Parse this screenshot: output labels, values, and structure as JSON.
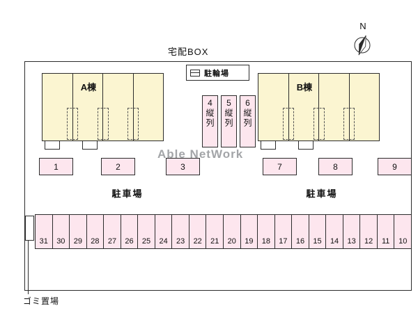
{
  "compass": {
    "label": "N"
  },
  "top_labels": {
    "delivery_box": "宅配BOX",
    "bicycle_parking": "駐輪場"
  },
  "buildings": {
    "a": {
      "name": "A棟"
    },
    "b": {
      "name": "B棟"
    }
  },
  "tandem": [
    {
      "number": "4",
      "label": "縦列"
    },
    {
      "number": "5",
      "label": "縦列"
    },
    {
      "number": "6",
      "label": "縦列"
    }
  ],
  "parking": {
    "left_spaces": [
      "1",
      "2",
      "3"
    ],
    "right_spaces": [
      "7",
      "8",
      "9"
    ],
    "left_lot_label": "駐車場",
    "right_lot_label": "駐車場",
    "bottom_row": [
      "31",
      "30",
      "29",
      "28",
      "27",
      "26",
      "25",
      "24",
      "23",
      "22",
      "21",
      "20",
      "19",
      "18",
      "17",
      "16",
      "15",
      "14",
      "13",
      "12",
      "11",
      "10"
    ]
  },
  "garbage_area_label": "ゴミ置場",
  "watermark": "Able NetWork",
  "colors": {
    "building_fill": "#FBF5D1",
    "parking_fill": "#FDE6EE",
    "line": "#2B2B2B",
    "watermark_gray": "#A3A5A8"
  }
}
